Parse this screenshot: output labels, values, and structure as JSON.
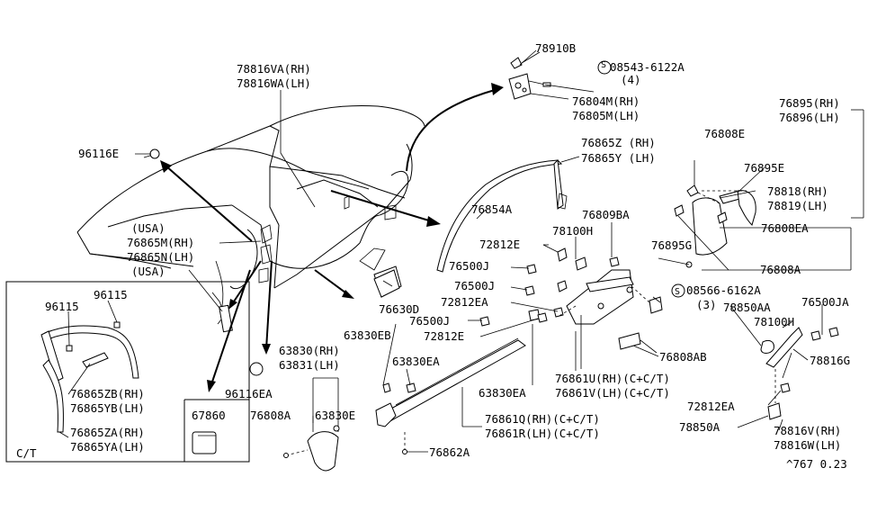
{
  "diagram": {
    "callouts": {
      "p78910B": "78910B",
      "p08543": "08543-6122A",
      "p08543q": "(4)",
      "p76804M": "76804M(RH)",
      "p76805M": "76805M(LH)",
      "p78816VA": "78816VA(RH)",
      "p78816WA": "78816WA(LH)",
      "p96116E": "96116E",
      "p76865Z": "76865Z (RH)",
      "p76865Y": "76865Y (LH)",
      "p76895": "76895(RH)",
      "p76896": "76896(LH)",
      "p76808E": "76808E",
      "p76895E": "76895E",
      "p78818": "78818(RH)",
      "p78819": "78819(LH)",
      "p76808EA": "76808EA",
      "p76895G": "76895G",
      "p76808A": "76808A",
      "p76854A": "76854A",
      "p76809BA": "76809BA",
      "p78100H": "78100H",
      "p72812E": "72812E",
      "p76500J": "76500J",
      "p76500J2": "76500J",
      "p72812EA": "72812EA",
      "p76500J3": "76500J",
      "p72812E2": "72812E",
      "p08566": "08566-6162A",
      "p08566q": "(3)",
      "p76500JA": "76500JA",
      "p78850AA": "78850AA",
      "p78100H2": "78100H",
      "p78816G": "78816G",
      "p76630D": "76630D",
      "p63830EB": "63830EB",
      "p63830EA": "63830EA",
      "p63830EA2": "63830EA",
      "p76808AB": "76808AB",
      "p76861U": "76861U(RH)(C+C/T)",
      "p76861V": "76861V(LH)(C+C/T)",
      "p76861Q": "76861Q(RH)(C+C/T)",
      "p76861R": "76861R(LH)(C+C/T)",
      "p76862A": "76862A",
      "p63830": "63830(RH)",
      "p63831": "63831(LH)",
      "p76808A2": "76808A",
      "p63830E": "63830E",
      "p96116EA": "96116EA",
      "pUSA1": "(USA)",
      "p76865M": "76865M(RH)",
      "p76865N": "76865N(LH)",
      "pUSA2": "(USA)",
      "p72812EA2": "72812EA",
      "p78850A": "78850A",
      "p78816V": "78816V(RH)",
      "p78816W": "78816W(LH)"
    },
    "inset": {
      "p96115a": "96115",
      "p96115b": "96115",
      "p76865ZB": "76865ZB(RH)",
      "p76865YB": "76865YB(LH)",
      "p76865ZA": "76865ZA(RH)",
      "p76865YA": "76865YA(LH)",
      "variant": "C/T",
      "p67860": "67860"
    },
    "circled_marker": "S",
    "footer_code": "^767 0.23"
  }
}
